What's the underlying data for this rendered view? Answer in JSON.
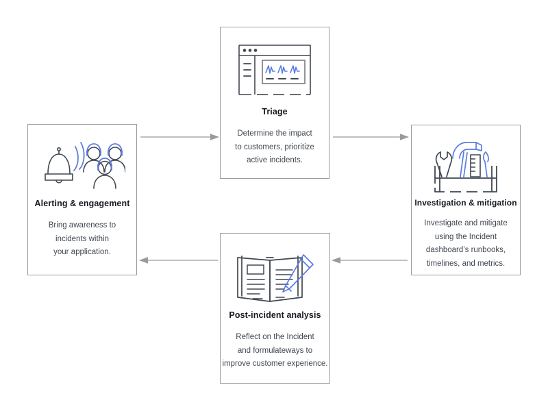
{
  "diagram": {
    "title_visible": false,
    "background_color": "#ffffff",
    "box_border_color": "#9a9a9e",
    "accent_color": "#5a7ce0",
    "line_color": "#414750",
    "arrow_color": "#9a9a9e",
    "stages": [
      {
        "id": "alerting",
        "title": "Alerting & engagement",
        "description": "Bring awareness to\nincidents within\nyour application.",
        "icon": "bell-and-people-with-headsets-icon"
      },
      {
        "id": "triage",
        "title": "Triage",
        "description": "Determine the impact\nto customers, prioritize\nactive incidents.",
        "icon": "dashboard-window-with-metrics-icon"
      },
      {
        "id": "investigation",
        "title": "Investigation & mitigation",
        "description": "Investigate and mitigate\nusing the Incident\ndashboard’s runbooks,\ntimelines, and metrics.",
        "icon": "toolbox-with-tools-icon"
      },
      {
        "id": "postincident",
        "title": "Post-incident analysis",
        "description": "Reflect on the Incident\nand formulateways to\nimprove customer experience.",
        "icon": "open-book-with-pencil-icon"
      }
    ],
    "arrows": [
      {
        "id": "alerting-to-triage",
        "from": "alerting",
        "to": "triage",
        "direction": "right"
      },
      {
        "id": "triage-to-investigation",
        "from": "triage",
        "to": "investigation",
        "direction": "right"
      },
      {
        "id": "investigation-to-post",
        "from": "investigation",
        "to": "postincident",
        "direction": "left"
      },
      {
        "id": "post-to-alerting",
        "from": "postincident",
        "to": "alerting",
        "direction": "left"
      }
    ]
  }
}
